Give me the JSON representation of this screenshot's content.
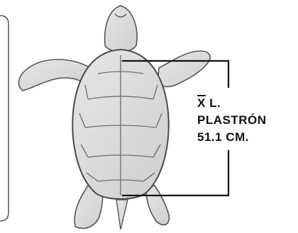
{
  "figure": {
    "label_line1_symbol": "X",
    "label_line1_rest": " L.",
    "label_line2": "PLASTRÓN",
    "label_line3": "51.1 CM."
  },
  "illustration": {
    "subject": "turtle-plastron-ventral-view",
    "shell_color": "#dcdcdc",
    "outline_color": "#4a4a4a",
    "bracket_color": "#111111"
  }
}
